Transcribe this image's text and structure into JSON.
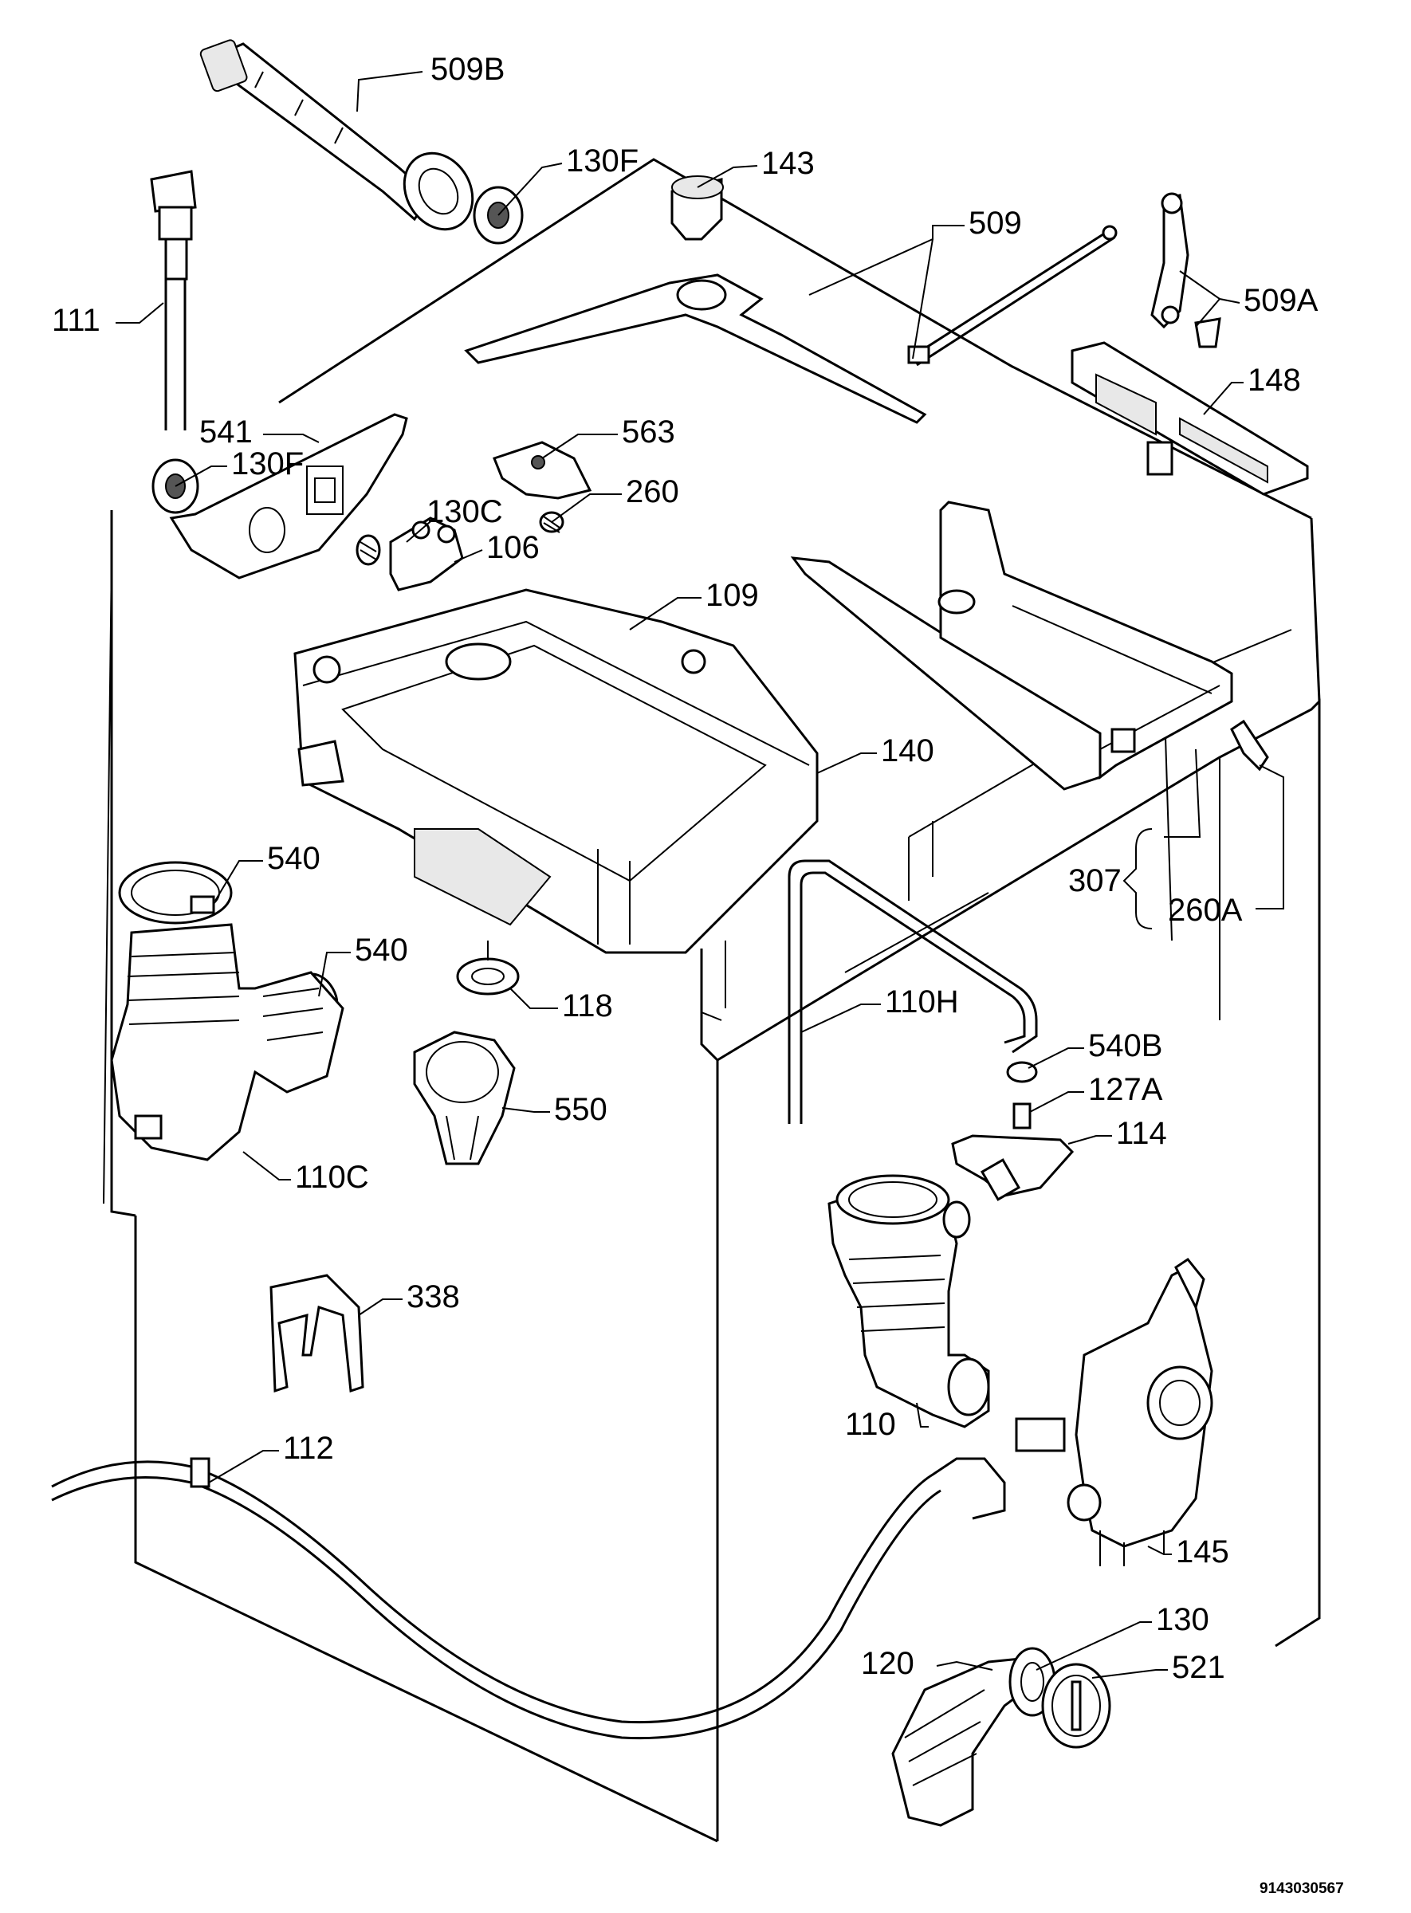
{
  "diagram": {
    "labels": {
      "l509b": "509B",
      "l130f_top": "130F",
      "l143": "143",
      "l509": "509",
      "l111": "111",
      "l509a": "509A",
      "l148": "148",
      "l541": "541",
      "l563": "563",
      "l130f_mid": "130F",
      "l260": "260",
      "l130c": "130C",
      "l106": "106",
      "l109": "109",
      "l140": "140",
      "l540_a": "540",
      "l540_b": "540",
      "l307": "307",
      "l260a": "260A",
      "l118": "118",
      "l110h": "110H",
      "l540b": "540B",
      "l127a": "127A",
      "l550": "550",
      "l114": "114",
      "l110c": "110C",
      "l338": "338",
      "l112": "112",
      "l110": "110",
      "l145": "145",
      "l130": "130",
      "l120": "120",
      "l521": "521"
    },
    "code": "9143030567"
  }
}
